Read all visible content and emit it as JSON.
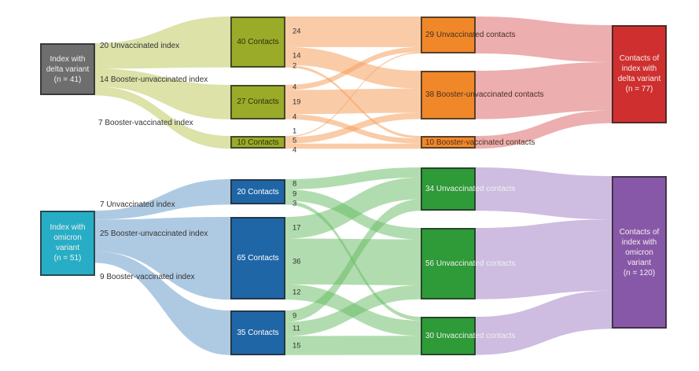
{
  "chart_data": {
    "type": "sankey",
    "panels": [
      {
        "name": "delta",
        "colors": {
          "index": "#6e6e6e",
          "mid": "#9aab2a",
          "side": "#f0882a",
          "total": "#cf2f2f",
          "link1": "rgba(196,207,110,0.6)",
          "link2": "rgba(245,160,95,0.55)",
          "link3": "rgba(226,130,130,0.65)",
          "sideText": "#4a3020",
          "midText": "#2e3008"
        },
        "nodes": [
          {
            "label": "Index with\ndelta variant\n(n = 41)",
            "value": 41
          },
          {
            "label": "40 Contacts",
            "value": 40
          },
          {
            "label": "27 Contacts",
            "value": 27
          },
          {
            "label": "10 Contacts",
            "value": 10
          },
          {
            "label": "29 Unvaccinated contacts",
            "value": 29
          },
          {
            "label": "38 Booster-unvaccinated contacts",
            "value": 38
          },
          {
            "label": "10 Booster-vaccinated contacts",
            "value": 10
          },
          {
            "label": "Contacts of\nindex with\ndelta variant\n(n = 77)",
            "value": 77
          }
        ],
        "links": [
          {
            "source": 0,
            "target": 1,
            "value": 20,
            "label": "20 Unvaccinated index"
          },
          {
            "source": 0,
            "target": 2,
            "value": 14,
            "label": "14 Booster-unvaccinated index"
          },
          {
            "source": 0,
            "target": 3,
            "value": 7,
            "label": "7 Booster-vaccinated index"
          },
          {
            "source": 1,
            "target": 4,
            "value": 24,
            "label": "24"
          },
          {
            "source": 1,
            "target": 5,
            "value": 14,
            "label": "14"
          },
          {
            "source": 1,
            "target": 6,
            "value": 2,
            "label": "2"
          },
          {
            "source": 2,
            "target": 4,
            "value": 4,
            "label": "4"
          },
          {
            "source": 2,
            "target": 5,
            "value": 19,
            "label": "19"
          },
          {
            "source": 2,
            "target": 6,
            "value": 4,
            "label": "4"
          },
          {
            "source": 3,
            "target": 4,
            "value": 1,
            "label": "1"
          },
          {
            "source": 3,
            "target": 5,
            "value": 5,
            "label": "5"
          },
          {
            "source": 3,
            "target": 6,
            "value": 4,
            "label": "4"
          },
          {
            "source": 4,
            "target": 7,
            "value": 29
          },
          {
            "source": 5,
            "target": 7,
            "value": 38
          },
          {
            "source": 6,
            "target": 7,
            "value": 10
          }
        ]
      },
      {
        "name": "omicron",
        "colors": {
          "index": "#27aec6",
          "mid": "#1f66a6",
          "side": "#2e9a38",
          "total": "#8858a8",
          "link1": "rgba(140,180,215,0.7)",
          "link2": "rgba(100,185,95,0.5)",
          "link3": "rgba(190,165,215,0.75)",
          "sideText": "#eef2ee",
          "midText": "#ffffff"
        },
        "nodes": [
          {
            "label": "Index with\nomicron\nvariant\n(n = 51)",
            "value": 51
          },
          {
            "label": "20 Contacts",
            "value": 20
          },
          {
            "label": "65 Contacts",
            "value": 65
          },
          {
            "label": "35 Contacts",
            "value": 35
          },
          {
            "label": "34 Unvaccinated contacts",
            "value": 34
          },
          {
            "label": "56 Unvaccinated contacts",
            "value": 56
          },
          {
            "label": "30 Unvaccinated contacts",
            "value": 30
          },
          {
            "label": "Contacts of\nindex with\nomicron\nvariant\n(n = 120)",
            "value": 120
          }
        ],
        "links": [
          {
            "source": 0,
            "target": 1,
            "value": 7,
            "label": "7 Unvaccinated index"
          },
          {
            "source": 0,
            "target": 2,
            "value": 25,
            "label": "25 Booster-unvaccinated index"
          },
          {
            "source": 0,
            "target": 3,
            "value": 9,
            "label": "9 Booster-vaccinated index"
          },
          {
            "source": 1,
            "target": 4,
            "value": 8,
            "label": "8"
          },
          {
            "source": 1,
            "target": 5,
            "value": 9,
            "label": "9"
          },
          {
            "source": 1,
            "target": 6,
            "value": 3,
            "label": "3"
          },
          {
            "source": 2,
            "target": 4,
            "value": 17,
            "label": "17"
          },
          {
            "source": 2,
            "target": 5,
            "value": 36,
            "label": "36"
          },
          {
            "source": 2,
            "target": 6,
            "value": 12,
            "label": "12"
          },
          {
            "source": 3,
            "target": 4,
            "value": 9,
            "label": "9"
          },
          {
            "source": 3,
            "target": 5,
            "value": 11,
            "label": "11"
          },
          {
            "source": 3,
            "target": 6,
            "value": 15,
            "label": "15"
          },
          {
            "source": 4,
            "target": 7,
            "value": 34
          },
          {
            "source": 5,
            "target": 7,
            "value": 56
          },
          {
            "source": 6,
            "target": 7,
            "value": 30
          }
        ]
      }
    ]
  }
}
